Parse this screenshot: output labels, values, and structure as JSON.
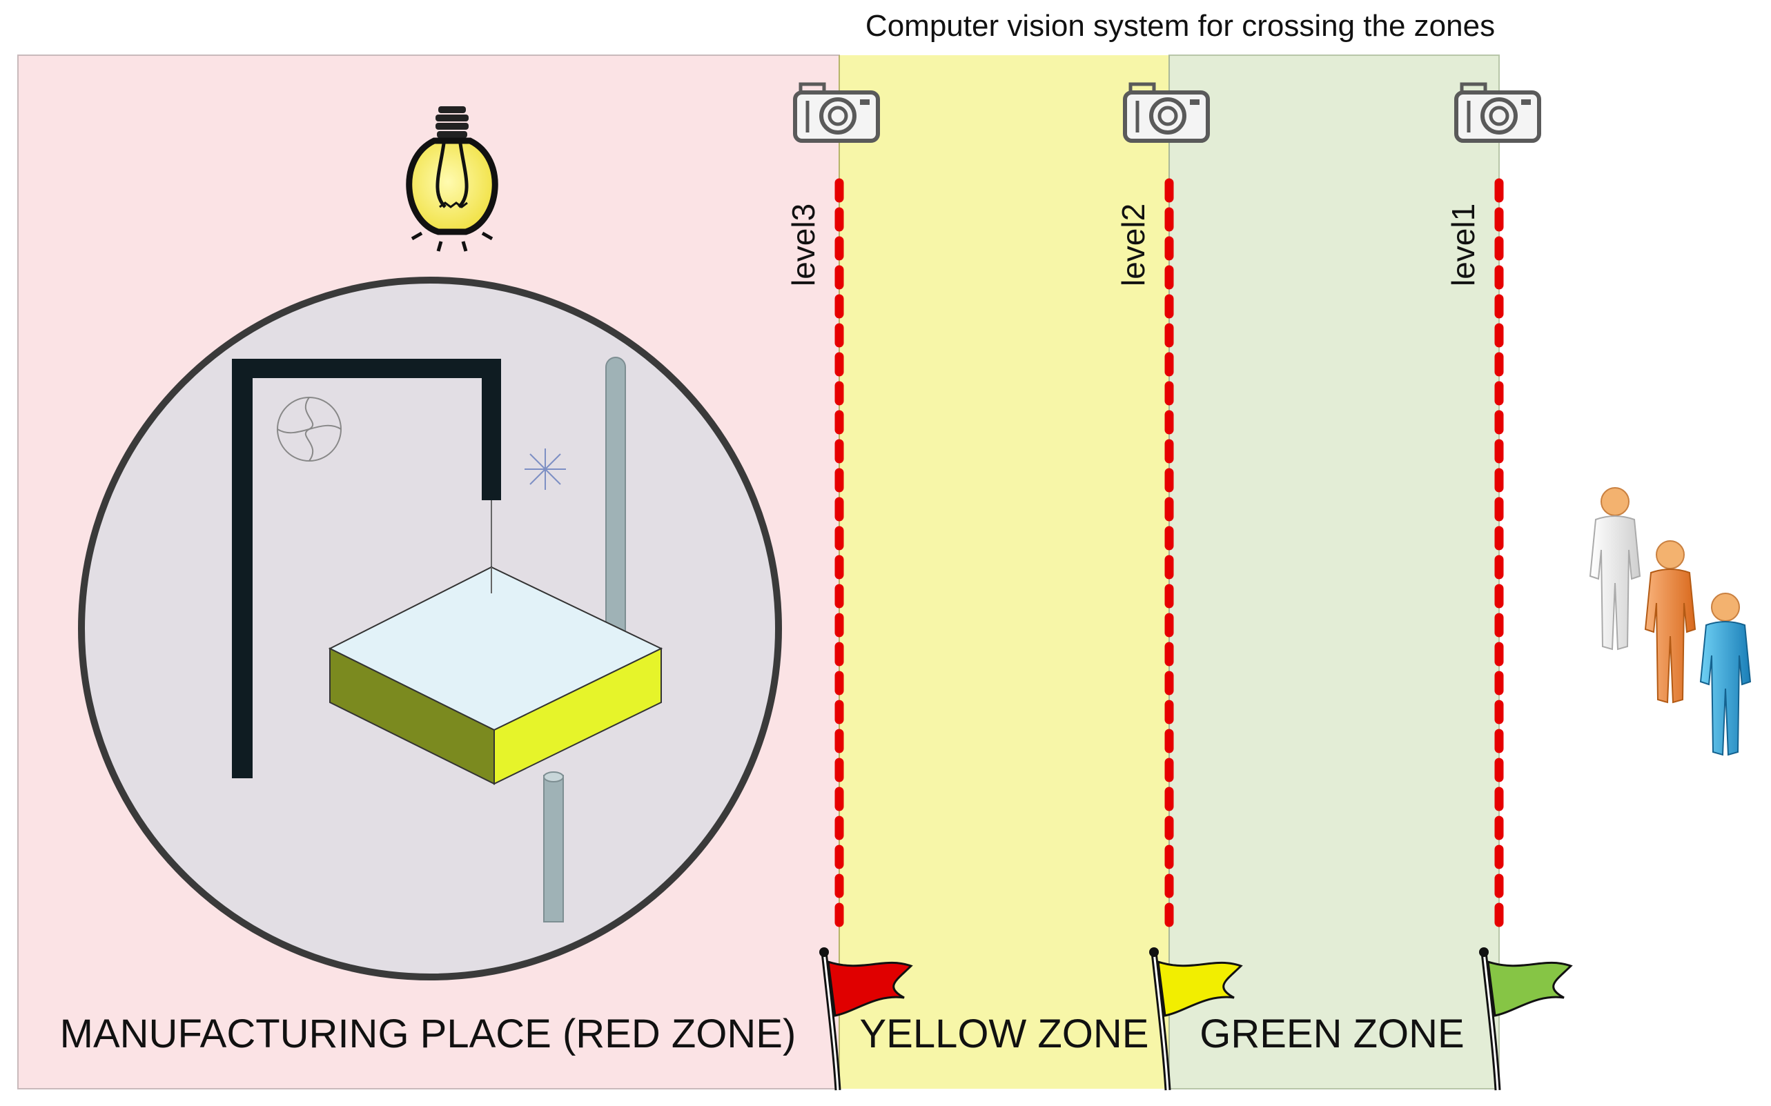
{
  "title": "Computer vision system for crossing the zones",
  "zones": {
    "red": {
      "label": "MANUFACTURING PLACE (RED ZONE)",
      "color": "#fbe3e5"
    },
    "yellow": {
      "label": "YELLOW ZONE",
      "color": "#f7f6a8"
    },
    "green": {
      "label": "GREEN ZONE",
      "color": "#e3edd6"
    }
  },
  "levels": [
    {
      "label": "level3",
      "flag_color": "#e00000"
    },
    {
      "label": "level2",
      "flag_color": "#f2ee00"
    },
    {
      "label": "level1",
      "flag_color": "#86c545"
    }
  ],
  "boundary_color": "#e60000",
  "icons": [
    "light-bulb-icon",
    "camera-icon",
    "person-icon",
    "flag-icon",
    "robot-arm-icon"
  ],
  "people_colors": [
    "#f2f2f2",
    "#ef8a3a",
    "#2f9fd6"
  ]
}
